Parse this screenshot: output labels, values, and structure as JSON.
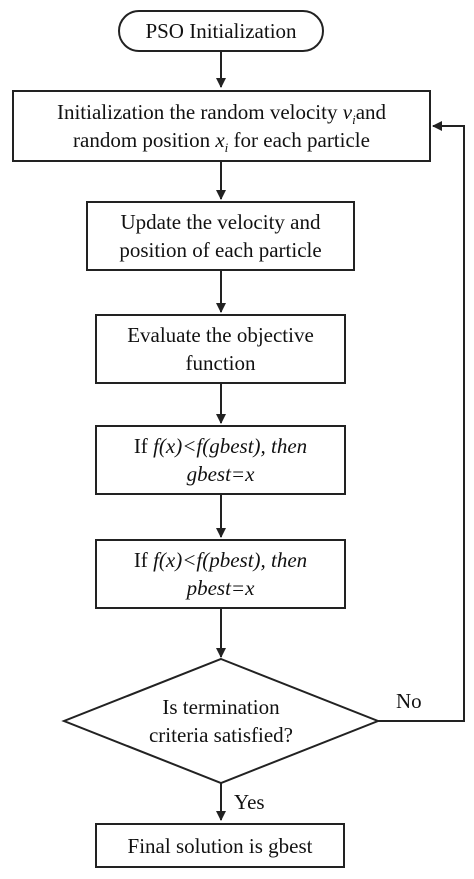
{
  "flowchart": {
    "start": {
      "text": "PSO Initialization"
    },
    "init": {
      "line1_pre": "Initialization the random velocity ",
      "v_symbol": "v",
      "v_subscript": "i",
      "line1_post": "and",
      "line2_pre": "random position ",
      "x_symbol": "x",
      "x_subscript": "i",
      "line2_post": " for each particle"
    },
    "update": {
      "line1": "Update the velocity and",
      "line2": "position of each particle"
    },
    "evaluate": {
      "line1": "Evaluate the objective",
      "line2": "function"
    },
    "gbest_check": {
      "if": "If ",
      "condition": "f(x)<f(gbest), then",
      "assign": "gbest=x"
    },
    "pbest_check": {
      "if": "If ",
      "condition": "f(x)<f(pbest), then",
      "assign": "pbest=x"
    },
    "decision": {
      "line1": "Is termination",
      "line2": "criteria satisfied?"
    },
    "no_label": "No",
    "yes_label": "Yes",
    "final": {
      "text": "Final solution is gbest"
    }
  },
  "colors": {
    "stroke": "#222222",
    "text": "#111111",
    "background": "#ffffff"
  }
}
